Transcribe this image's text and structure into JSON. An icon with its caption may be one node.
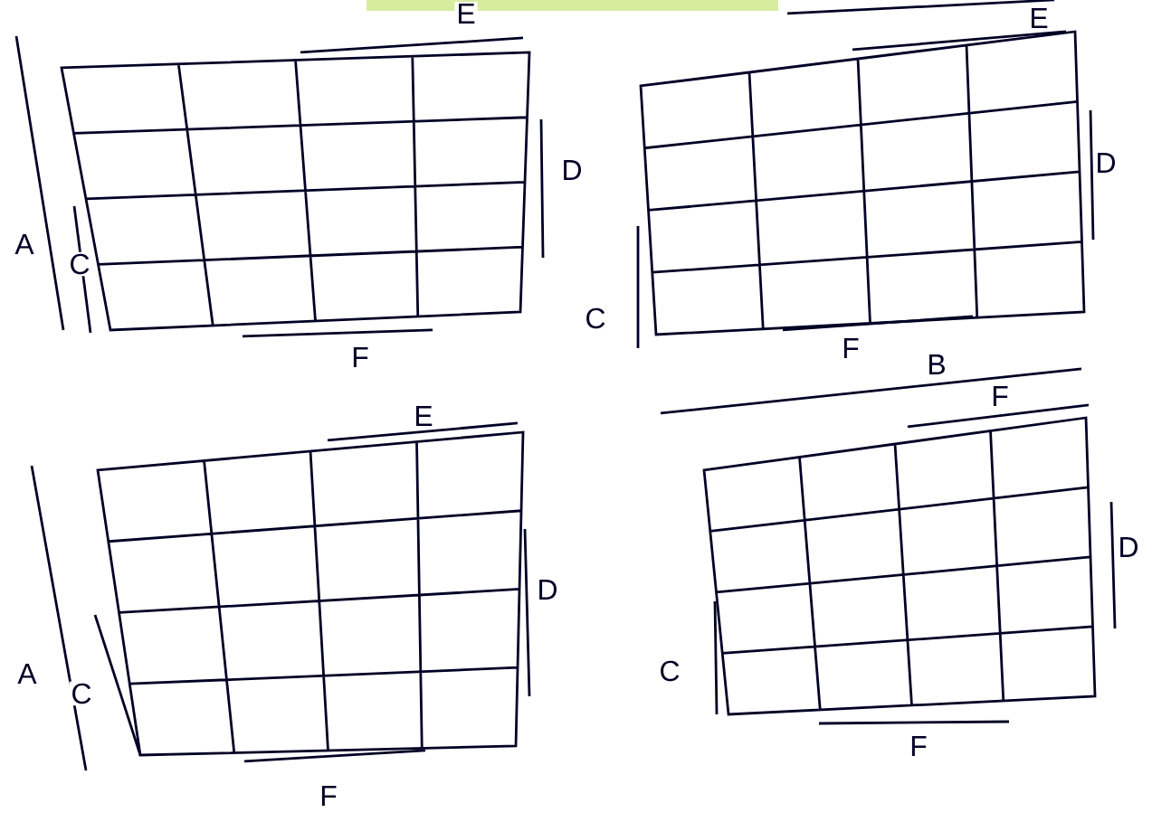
{
  "diagram": {
    "labels": [
      "E",
      "E",
      "D",
      "D",
      "A",
      "C",
      "C",
      "F",
      "F",
      "B",
      "E",
      "F",
      "D",
      "D",
      "A",
      "C",
      "C",
      "F",
      "F"
    ]
  }
}
